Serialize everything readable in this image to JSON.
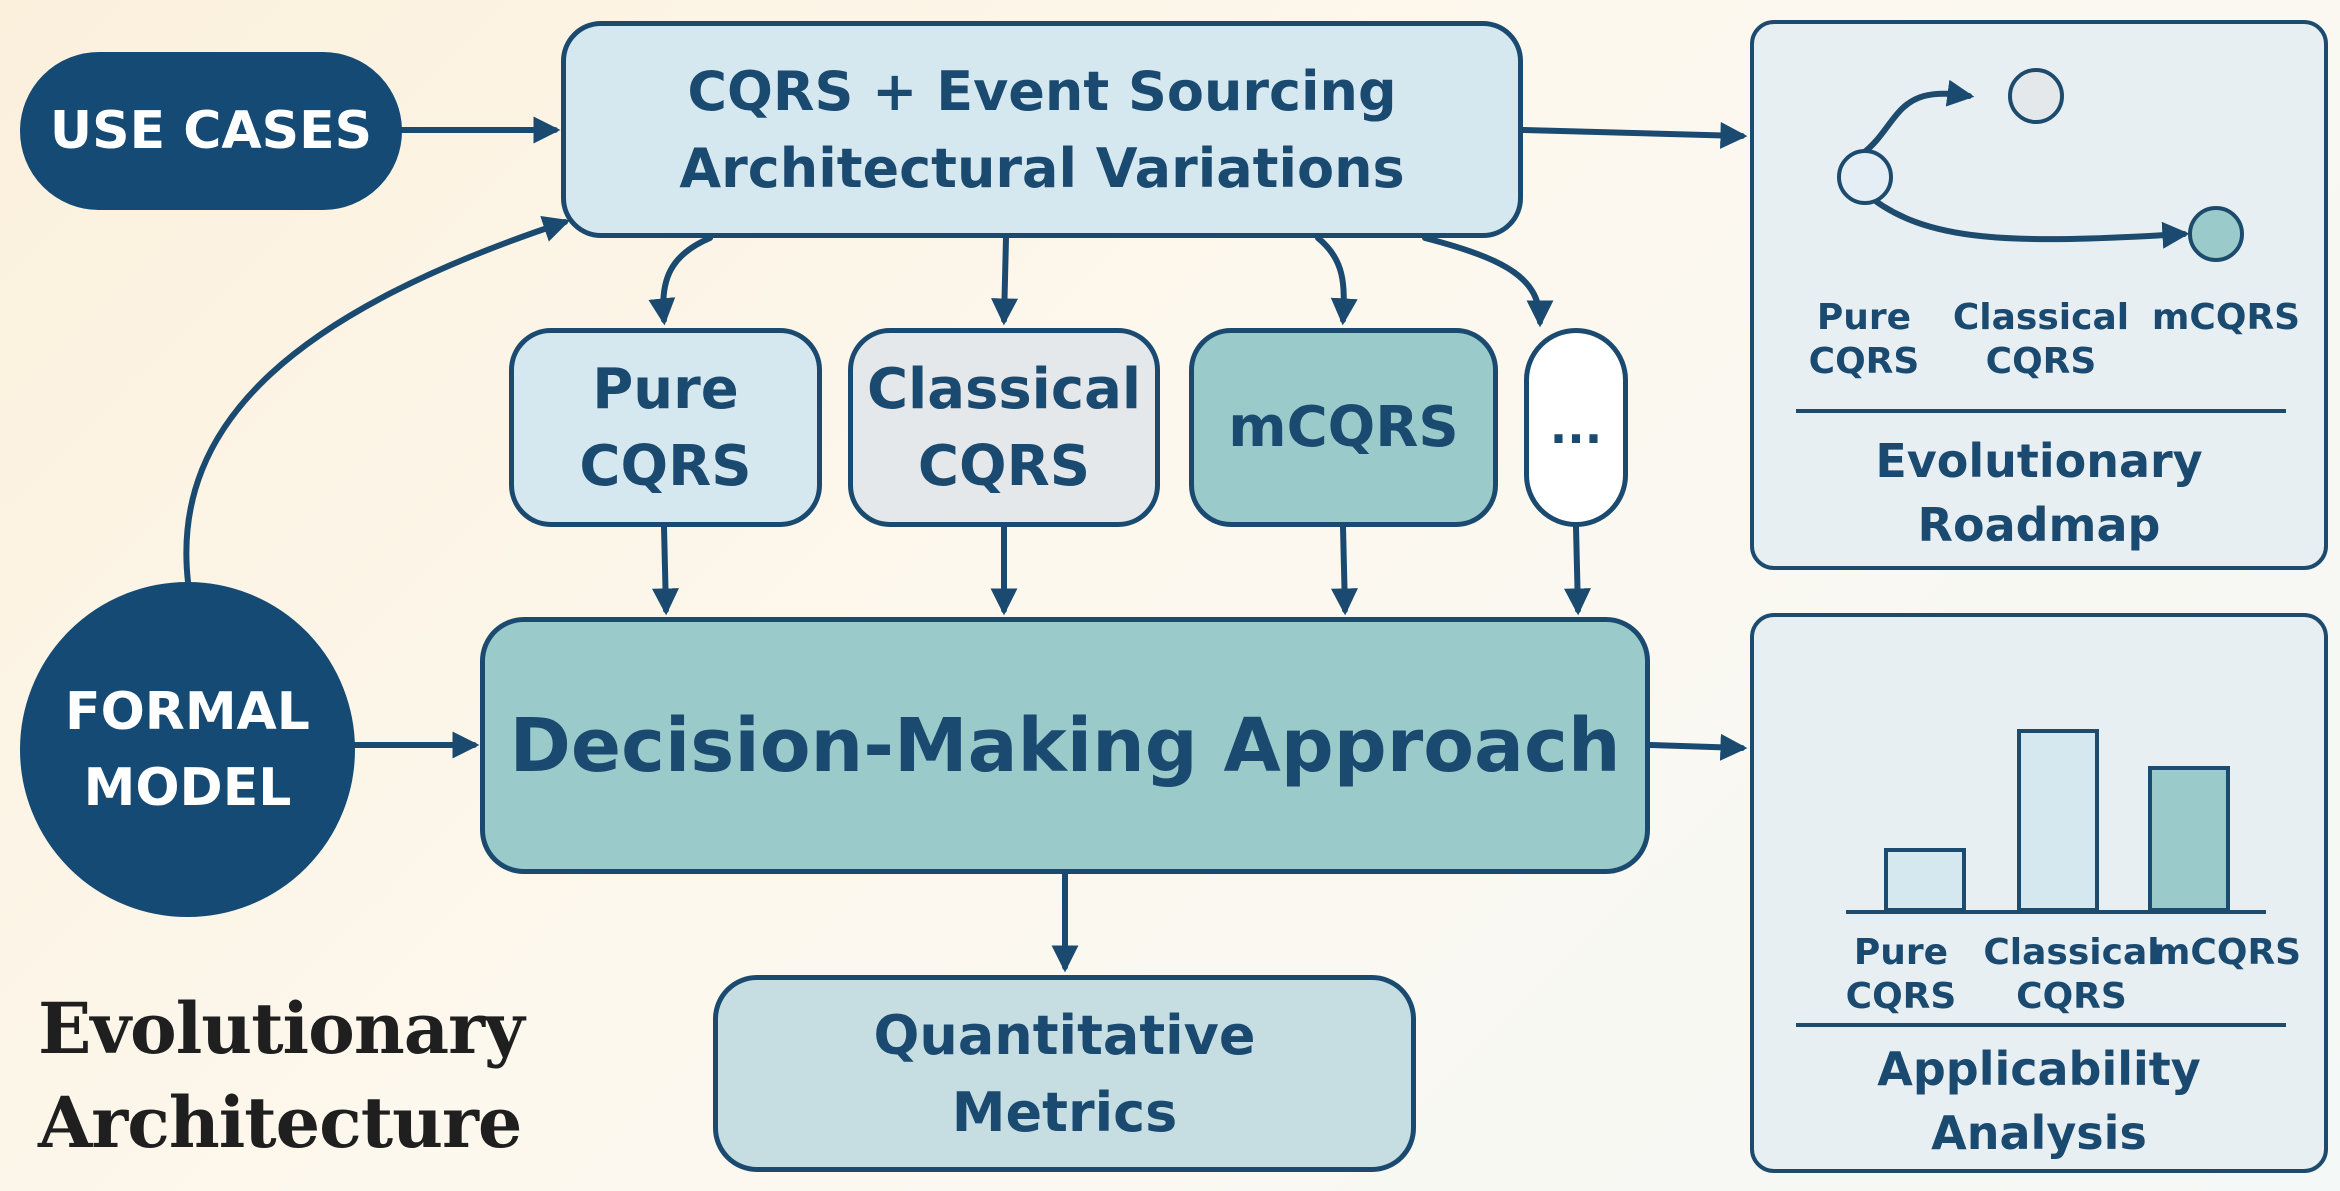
{
  "inputs": {
    "use_cases": "USE CASES",
    "formal_model_line1": "FORMAL",
    "formal_model_line2": "MODEL"
  },
  "main": {
    "variations_line1": "CQRS + Event Sourcing",
    "variations_line2": "Architectural Variations",
    "decision": "Decision-Making Approach",
    "metrics_line1": "Quantitative",
    "metrics_line2": "Metrics"
  },
  "options": [
    {
      "line1": "Pure",
      "line2": "CQRS"
    },
    {
      "line1": "Classical",
      "line2": "CQRS"
    },
    {
      "line1": "mCQRS",
      "line2": ""
    },
    {
      "line1": "...",
      "line2": ""
    }
  ],
  "roadmap_panel": {
    "labels": [
      {
        "line1": "Pure",
        "line2": "CQRS"
      },
      {
        "line1": "Classical",
        "line2": "CQRS"
      },
      {
        "line1": "mCQRS",
        "line2": ""
      }
    ],
    "title_line1": "Evolutionary",
    "title_line2": "Roadmap"
  },
  "applicability_panel": {
    "bars": [
      {
        "line1": "Pure",
        "line2": "CQRS",
        "relative_value": 0.35,
        "color": "#d5e7ef"
      },
      {
        "line1": "Classical",
        "line2": "CQRS",
        "relative_value": 1.0,
        "color": "#d5e7ef"
      },
      {
        "line1": "mCQRS",
        "line2": "",
        "relative_value": 0.8,
        "color": "#9bcaca"
      }
    ],
    "title_line1": "Applicability",
    "title_line2": "Analysis"
  },
  "title": {
    "line1": "Evolutionary",
    "line2": "Architecture"
  },
  "colors": {
    "navy": "#154a74",
    "stroke": "#1b4a70",
    "light_blue": "#d5e7ef",
    "teal": "#9bcaca",
    "gray": "#e4e8eb"
  }
}
